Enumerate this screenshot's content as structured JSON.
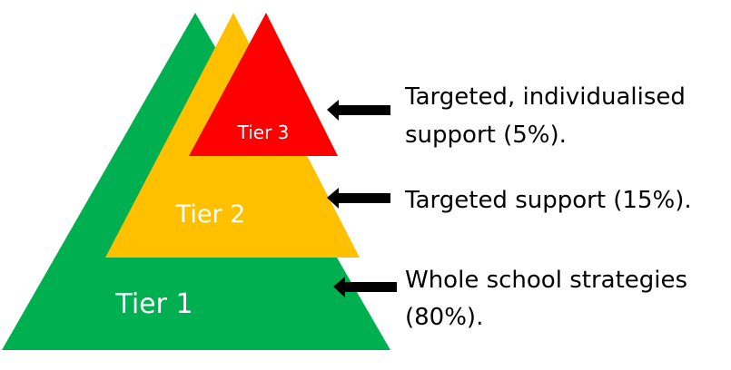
{
  "tiers": [
    {
      "label": "Tier 1",
      "color": "#00b050",
      "description": [
        "Whole school strategies",
        "(80%)."
      ]
    },
    {
      "label": "Tier 2",
      "color": "#ffc000",
      "description": [
        "Targeted support (15%)."
      ]
    },
    {
      "label": "Tier 3",
      "color": "#ff0000",
      "description": [
        "Targeted, individualised",
        "support (5%)."
      ]
    }
  ],
  "arrow_color": "#000000",
  "description_color": "#000000",
  "label_color": "#ffffff"
}
